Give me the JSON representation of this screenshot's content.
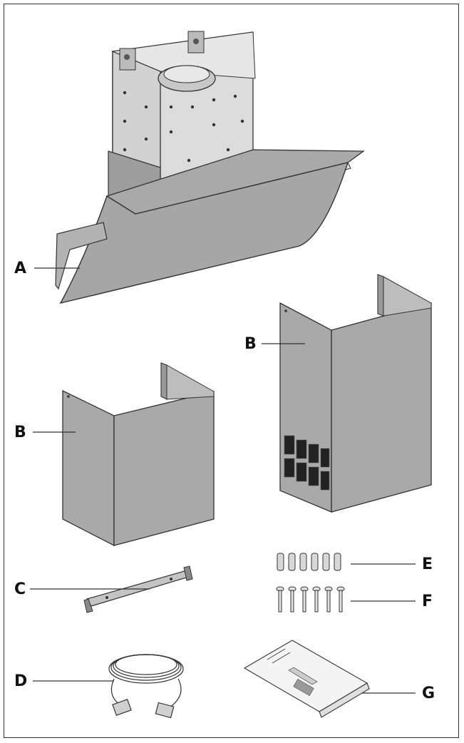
{
  "labels": {
    "a": "A",
    "b_large": "B",
    "b_small": "B",
    "c": "C",
    "d": "D",
    "e": "E",
    "f": "F",
    "g": "G"
  },
  "colors": {
    "metal": "#a9a9a9",
    "metal_side": "#b5b5b5",
    "motor_box": "#dcdcdc",
    "outline": "#333333",
    "grille": "#222222"
  },
  "icons": {
    "A": "cooker-hood-icon",
    "B": "chimney-cover-icon",
    "C": "mounting-bracket-icon",
    "D": "power-cable-icon",
    "E": "wall-plugs-icon",
    "F": "screws-icon",
    "G": "instruction-manual-icon"
  }
}
